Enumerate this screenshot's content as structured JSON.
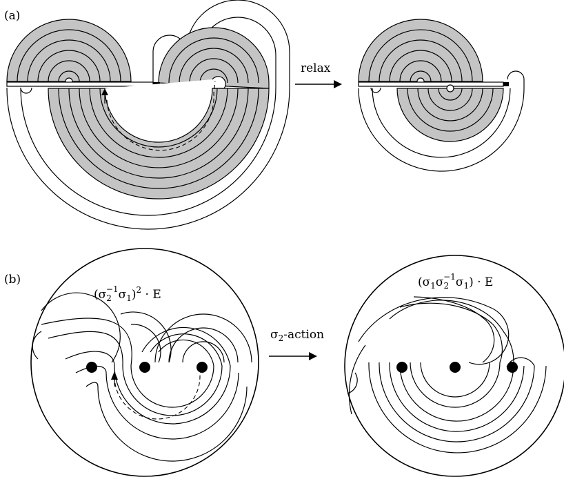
{
  "panel_a": {
    "label": "(a)",
    "arrow_label": "relax"
  },
  "panel_b": {
    "label": "(b)",
    "arrow_label_base": "σ",
    "arrow_label_sub": "2",
    "arrow_label_rest": "-action",
    "left_caption": {
      "open": "(σ",
      "sub": "2",
      "sup": "−1",
      "mid": "σ",
      "sub2": "1",
      "close": ")",
      "power": "2",
      "rest": " · E"
    },
    "right_caption": {
      "open": "(σ",
      "sub": "1",
      "mid": "σ",
      "sub2": "2",
      "sup2": "−1",
      "mid2": "σ",
      "sub3": "1",
      "close": ") · E"
    }
  },
  "colors": {
    "shade": "#c4c4c4",
    "ink": "#000000",
    "background": "#ffffff"
  }
}
